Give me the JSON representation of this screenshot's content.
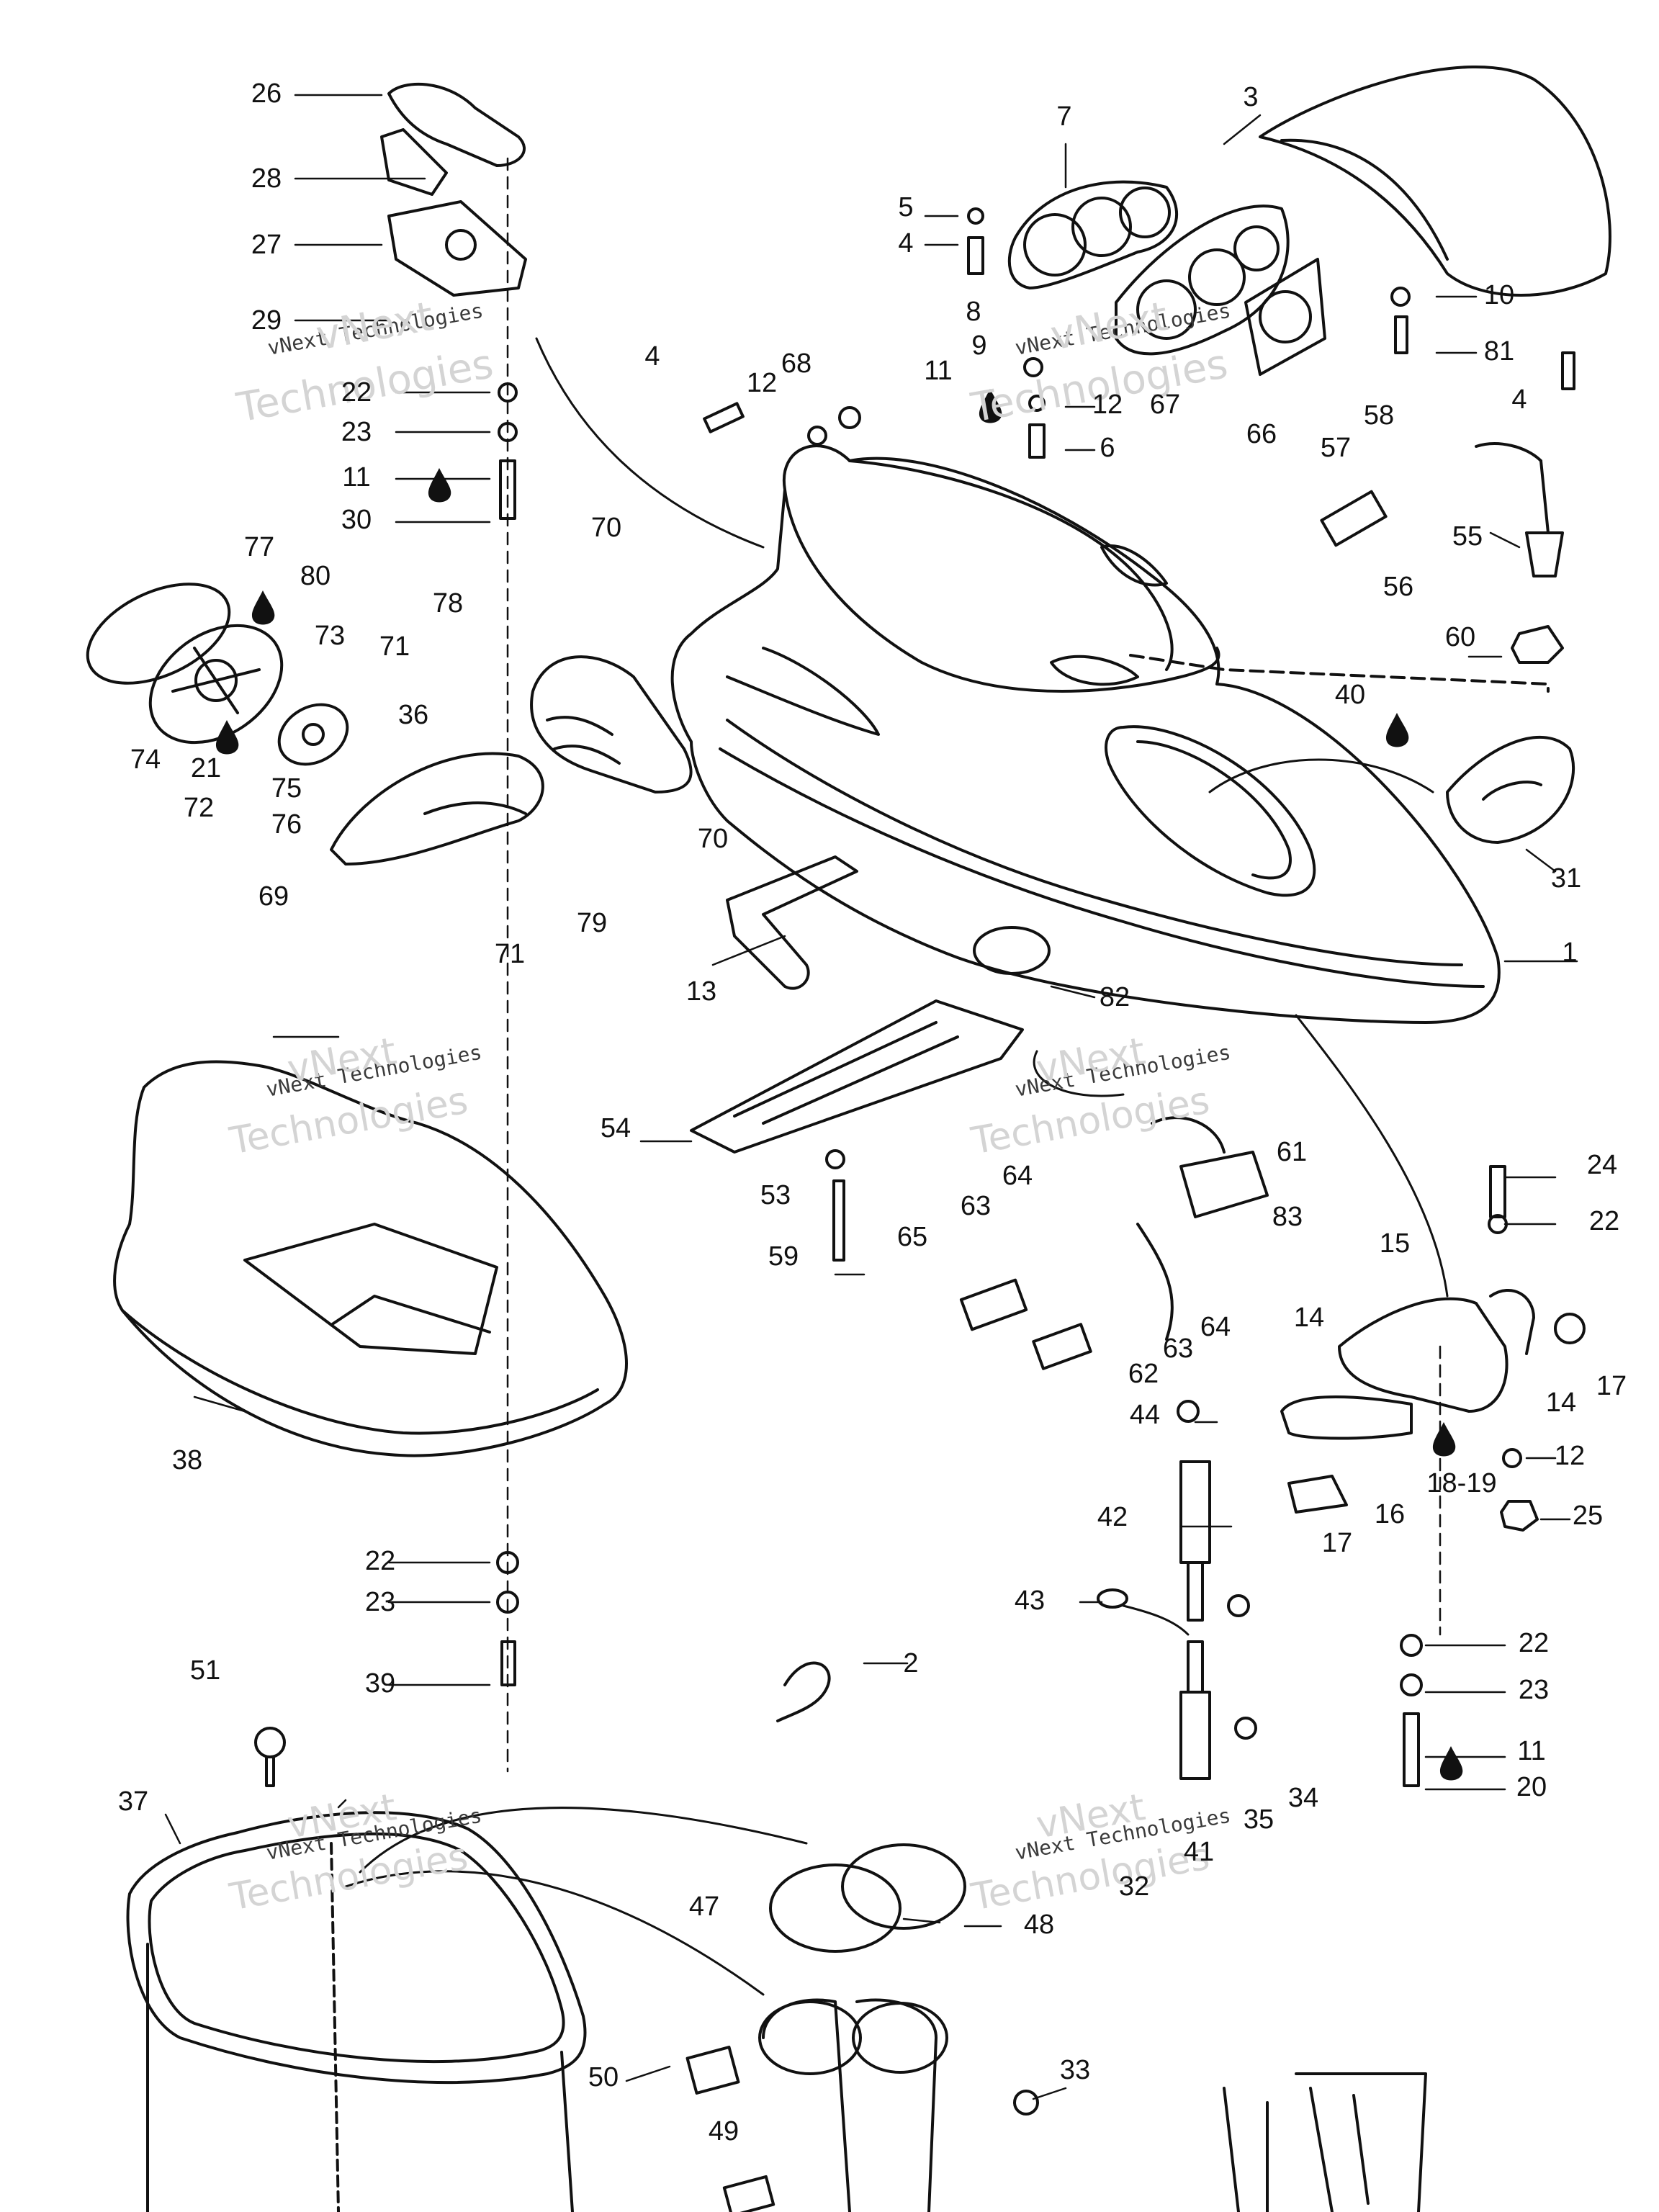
{
  "colors": {
    "ink": "#111111",
    "watermark": "#c8c8c8",
    "background": "#ffffff"
  },
  "watermark_text": {
    "line1": "vNext",
    "line2": "Technologies",
    "combined": "vNext Technologies"
  },
  "labels": {
    "l1": "1",
    "l2": "2",
    "l3": "3",
    "l4a": "4",
    "l4b": "4",
    "l4c": "4",
    "l5": "5",
    "l6": "6",
    "l7": "7",
    "l8": "8",
    "l9": "9",
    "l10": "10",
    "l11a": "11",
    "l11b": "11",
    "l11c": "11",
    "l12a": "12",
    "l12b": "12",
    "l12c": "12",
    "l13": "13",
    "l14a": "14",
    "l14b": "14",
    "l15": "15",
    "l16": "16",
    "l17a": "17",
    "l17b": "17",
    "l1819": "18-19",
    "l20": "20",
    "l21": "21",
    "l22a": "22",
    "l22b": "22",
    "l22c": "22",
    "l22d": "22",
    "l23a": "23",
    "l23b": "23",
    "l23c": "23",
    "l24": "24",
    "l25": "25",
    "l26": "26",
    "l27": "27",
    "l28": "28",
    "l29": "29",
    "l30": "30",
    "l31": "31",
    "l32": "32",
    "l33": "33",
    "l34": "34",
    "l35": "35",
    "l36": "36",
    "l37": "37",
    "l38": "38",
    "l39": "39",
    "l40": "40",
    "l41": "41",
    "l42": "42",
    "l43": "43",
    "l44": "44",
    "l47": "47",
    "l48": "48",
    "l49": "49",
    "l50": "50",
    "l51": "51",
    "l53": "53",
    "l54": "54",
    "l55": "55",
    "l56": "56",
    "l57": "57",
    "l58": "58",
    "l59": "59",
    "l60": "60",
    "l61": "61",
    "l62": "62",
    "l63a": "63",
    "l63b": "63",
    "l64a": "64",
    "l64b": "64",
    "l65": "65",
    "l66": "66",
    "l67": "67",
    "l68": "68",
    "l69": "69",
    "l70a": "70",
    "l70b": "70",
    "l71a": "71",
    "l71b": "71",
    "l72": "72",
    "l73": "73",
    "l74": "74",
    "l75": "75",
    "l76": "76",
    "l77": "77",
    "l78": "78",
    "l79": "79",
    "l80": "80",
    "l81": "81",
    "l82": "82",
    "l83": "83"
  }
}
